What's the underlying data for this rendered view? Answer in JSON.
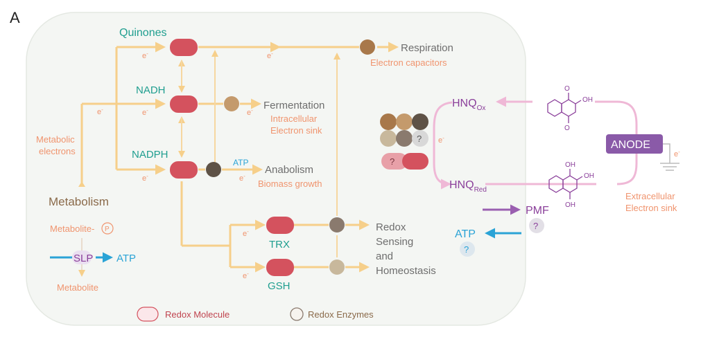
{
  "panel_label": "A",
  "nodes": {
    "quinones": "Quinones",
    "nadh": "NADH",
    "nadph": "NADPH",
    "trx": "TRX",
    "gsh": "GSH",
    "metabolism": "Metabolism",
    "metabolite_p": "Metabolite-",
    "p_symbol": "P",
    "metabolite": "Metabolite",
    "slp": "SLP",
    "atp_slp": "ATP",
    "metabolic_electrons_1": "Metabolic",
    "metabolic_electrons_2": "electrons"
  },
  "outputs": {
    "respiration": "Respiration",
    "respiration_sub": "Electron capacitors",
    "fermentation": "Fermentation",
    "fermentation_sub_1": "Intracellular",
    "fermentation_sub_2": "Electron sink",
    "anabolism": "Anabolism",
    "anabolism_sub": "Biomass growth",
    "anabolism_atp": "ATP",
    "redox_1": "Redox",
    "redox_2": "Sensing",
    "redox_3": "and",
    "redox_4": "Homeostasis"
  },
  "electron": {
    "symbol": "e",
    "sup": "-"
  },
  "question": "?",
  "external": {
    "hnq_ox": "HNQ",
    "hnq_ox_sub": "Ox",
    "hnq_red": "HNQ",
    "hnq_red_sub": "Red",
    "oh_top": "OH",
    "oh_bottom_a": "OH",
    "oh_bottom_b": "OH",
    "oh_bottom_c": "OH",
    "o_top": "O",
    "o_bottom": "O",
    "anode": "ANODE",
    "ext_sink_1": "Extracellular",
    "ext_sink_2": "Electron sink",
    "pmf": "PMF",
    "atp": "ATP"
  },
  "legend": {
    "molecule": "Redox Molecule",
    "enzymes": "Redox Enzymes"
  },
  "colors": {
    "teal": "#1f9e8f",
    "brown": "#8a6a4a",
    "salmon": "#f0946e",
    "purple": "#8a3f9a",
    "blue": "#2aa3d6",
    "flow": "#f6cf8a",
    "pill": "#d4525e",
    "anode": "#8a5aa8"
  }
}
